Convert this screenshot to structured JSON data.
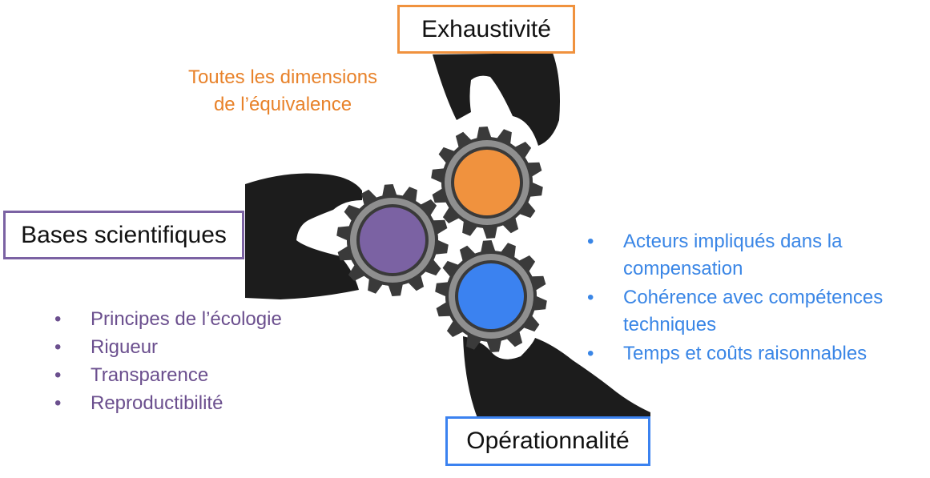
{
  "labels": {
    "exhaustivite": "Exhaustivité",
    "bases": "Bases scientifiques",
    "operationnalite": "Opérationnalité"
  },
  "orange_note": {
    "line1": "Toutes les dimensions",
    "line2": "de l’équivalence"
  },
  "purple_bullets": [
    "Principes de l’écologie",
    "Rigueur",
    "Transparence",
    "Reproductibilité"
  ],
  "blue_bullets": [
    "Acteurs impliqués dans la compensation",
    "Cohérence avec compétences techniques",
    "Temps et coûts raisonnables"
  ],
  "bullet_glyph": "•",
  "colors": {
    "orange": "#f0923e",
    "purple": "#7b62a3",
    "blue": "#3b82f0",
    "hand": "#1c1c1c",
    "gear_dark": "#3a3a3a",
    "gear_light": "#8f8f8f"
  }
}
